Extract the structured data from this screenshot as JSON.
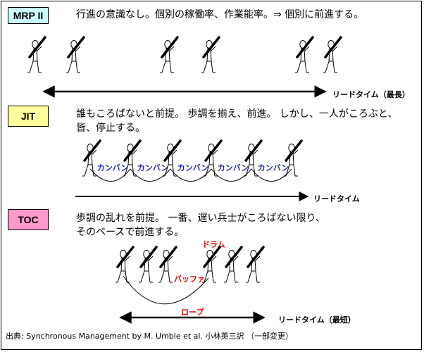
{
  "sections": [
    {
      "id": "mrp",
      "label": "MRP II",
      "label_color": "#ccffff",
      "description_lines": [
        "行進の意識なし。個別の稼働率、作業能率。⇒ 個別に前進する。"
      ],
      "lead_time_label": "リードタイム（最長）"
    },
    {
      "id": "jit",
      "label": "JIT",
      "label_color": "#ffff99",
      "description_lines": [
        "誰もころばないと前提。 歩調を揃え、前進。 しかし、一人がころぶと、",
        "皆、停止する。"
      ],
      "lead_time_label": "リードタイム",
      "kanban_label": "カンバン"
    },
    {
      "id": "toc",
      "label": "TOC",
      "label_color": "#ff99cc",
      "description_lines": [
        "歩調の乱れを前提。 一番、遅い兵士がころばない限り、",
        "そのペースで前進する。"
      ],
      "lead_time_label": "リードタイム（最短）",
      "drum_label": "ドラム",
      "buffer_label": "バッファ",
      "rope_label": "ロープ"
    }
  ],
  "source": "出典: Synchronous Management by M. Umble et al.  小林英三訳 （一部変更）"
}
